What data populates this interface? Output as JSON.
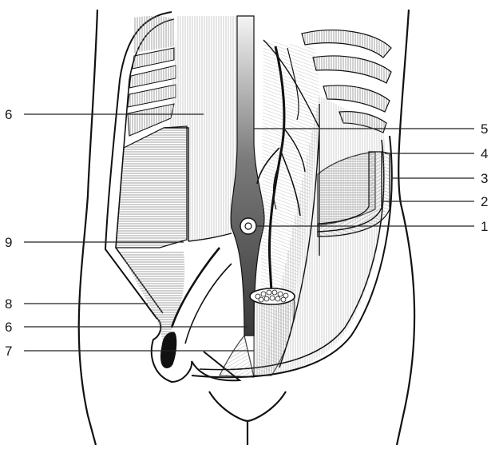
{
  "labels": {
    "left": [
      "6",
      "9",
      "8",
      "6",
      "7"
    ],
    "right": [
      "5",
      "4",
      "3",
      "2",
      "1"
    ]
  },
  "colors": {
    "ink": "#111111",
    "line": "#2a2a2a",
    "hatch": "#7a7a7a",
    "linea_alba_top": "#f2f2f2",
    "linea_alba_bottom": "#3a3a3a",
    "background": "#ffffff"
  }
}
